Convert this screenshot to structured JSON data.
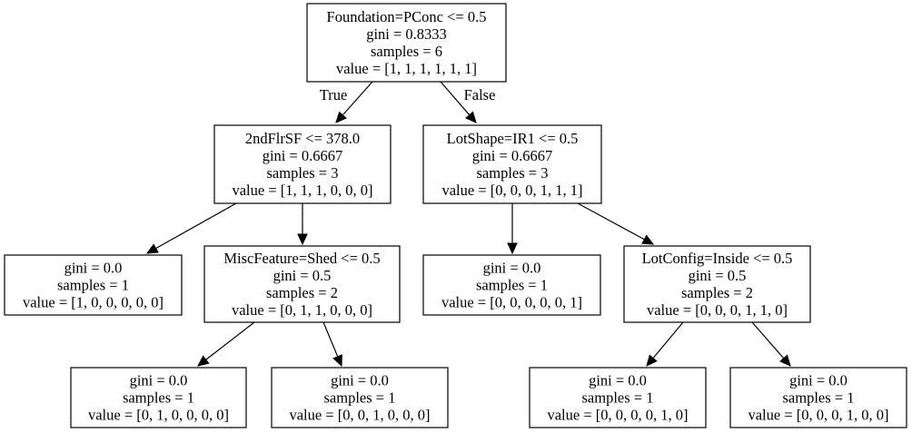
{
  "nodes": [
    {
      "id": "n0",
      "lines": [
        "Foundation=PConc <= 0.5",
        "gini = 0.8333",
        "samples = 6",
        "value = [1, 1, 1, 1, 1, 1]"
      ]
    },
    {
      "id": "n1",
      "lines": [
        "2ndFlrSF <= 378.0",
        "gini = 0.6667",
        "samples = 3",
        "value = [1, 1, 1, 0, 0, 0]"
      ]
    },
    {
      "id": "n2",
      "lines": [
        "gini = 0.0",
        "samples = 1",
        "value = [1, 0, 0, 0, 0, 0]"
      ]
    },
    {
      "id": "n3",
      "lines": [
        "MiscFeature=Shed <= 0.5",
        "gini = 0.5",
        "samples = 2",
        "value = [0, 1, 1, 0, 0, 0]"
      ]
    },
    {
      "id": "n4",
      "lines": [
        "gini = 0.0",
        "samples = 1",
        "value = [0, 1, 0, 0, 0, 0]"
      ]
    },
    {
      "id": "n5",
      "lines": [
        "gini = 0.0",
        "samples = 1",
        "value = [0, 0, 1, 0, 0, 0]"
      ]
    },
    {
      "id": "n6",
      "lines": [
        "LotShape=IR1 <= 0.5",
        "gini = 0.6667",
        "samples = 3",
        "value = [0, 0, 0, 1, 1, 1]"
      ]
    },
    {
      "id": "n7",
      "lines": [
        "gini = 0.0",
        "samples = 1",
        "value = [0, 0, 0, 0, 0, 1]"
      ]
    },
    {
      "id": "n8",
      "lines": [
        "LotConfig=Inside <= 0.5",
        "gini = 0.5",
        "samples = 2",
        "value = [0, 0, 0, 1, 1, 0]"
      ]
    },
    {
      "id": "n9",
      "lines": [
        "gini = 0.0",
        "samples = 1",
        "value = [0, 0, 0, 0, 1, 0]"
      ]
    },
    {
      "id": "n10",
      "lines": [
        "gini = 0.0",
        "samples = 1",
        "value = [0, 0, 0, 1, 0, 0]"
      ]
    }
  ],
  "edges": [
    {
      "from": "n0",
      "to": "n1",
      "label": "True"
    },
    {
      "from": "n0",
      "to": "n6",
      "label": "False"
    },
    {
      "from": "n1",
      "to": "n2",
      "label": ""
    },
    {
      "from": "n1",
      "to": "n3",
      "label": ""
    },
    {
      "from": "n3",
      "to": "n4",
      "label": ""
    },
    {
      "from": "n3",
      "to": "n5",
      "label": ""
    },
    {
      "from": "n6",
      "to": "n7",
      "label": ""
    },
    {
      "from": "n6",
      "to": "n8",
      "label": ""
    },
    {
      "from": "n8",
      "to": "n9",
      "label": ""
    },
    {
      "from": "n8",
      "to": "n10",
      "label": ""
    }
  ]
}
